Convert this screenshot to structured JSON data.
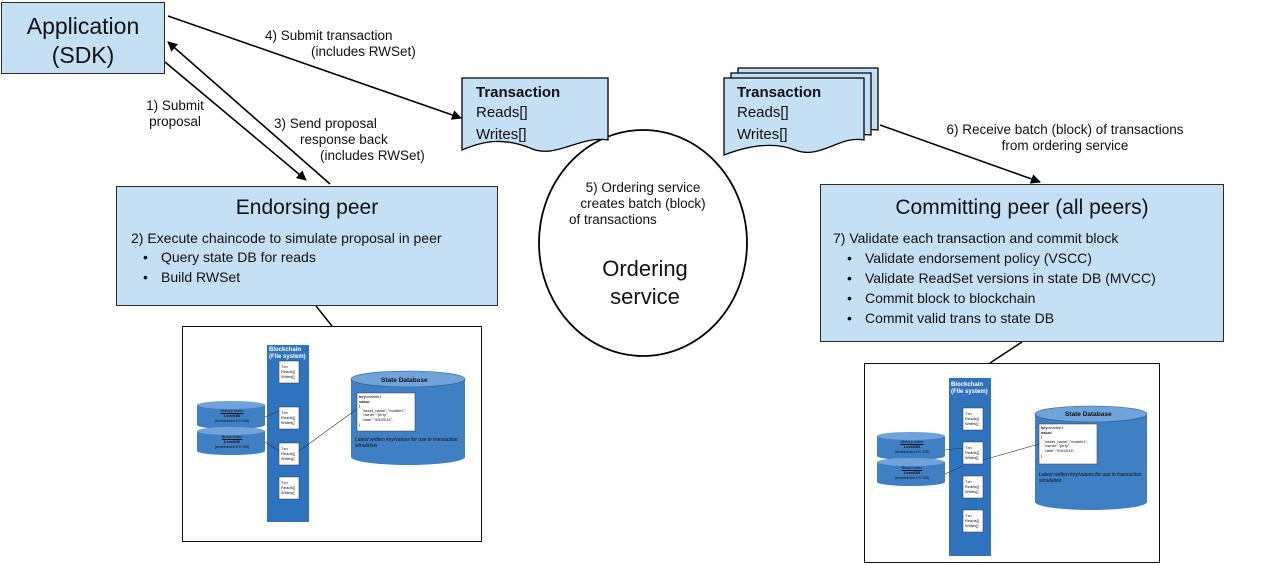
{
  "application": {
    "line1": "Application",
    "line2": "(SDK)"
  },
  "steps": {
    "s1": {
      "line1": "1) Submit",
      "line2": "proposal"
    },
    "s3": {
      "line1": "3) Send proposal",
      "line2": "response back",
      "line3": "(includes RWSet)"
    },
    "s4": {
      "line1": "4) Submit transaction",
      "line2": "(includes RWSet)"
    },
    "s5": {
      "line1": "5) Ordering service",
      "line2": "creates batch (block)",
      "line3": "of transactions"
    },
    "s6": {
      "line1": "6) Receive batch (block) of transactions",
      "line2": "from ordering service"
    }
  },
  "transaction_doc": {
    "title": "Transaction",
    "reads": "Reads[]",
    "writes": "Writes[]"
  },
  "transaction_stack": {
    "title": "Transaction",
    "reads": "Reads[]",
    "writes": "Writes[]"
  },
  "ordering_service": {
    "line1": "Ordering",
    "line2": "service"
  },
  "endorsing_peer": {
    "title": "Endorsing peer",
    "step": "2) Execute chaincode to simulate proposal in peer",
    "bullets": [
      "Query state DB for reads",
      "Build RWSet"
    ]
  },
  "committing_peer": {
    "title": "Committing peer (all peers)",
    "step": "7) Validate each transaction and commit block",
    "bullets": [
      "Validate endorsement policy (VSCC)",
      "Validate ReadSet versions in state DB (MVCC)",
      "Commit block to blockchain",
      "Commit valid trans to state DB"
    ]
  },
  "ledger_inset": {
    "blockchain_title": "Blockchain",
    "blockchain_sub": "(File system)",
    "tx": {
      "title": "Txn",
      "reads": "Reads[]",
      "writes": "Writes[]"
    },
    "state_db": "State Database",
    "kv_key": "key:",
    "kv_key_val": "marble1",
    "kv_value": "value:",
    "kv_lines": [
      "{",
      "\"asset_name\":\"marble1\",",
      "\"owner\":\"jerry\",",
      "\"date\":\"9/6/2016\",",
      "}"
    ],
    "state_note": "Latest written key/values for use in transaction simulation",
    "history_index": {
      "line1": "History index",
      "line2": "LevelDB",
      "line3": "(embedded KV DB)"
    },
    "block_index": {
      "line1": "Block index",
      "line2": "LevelDB",
      "line3": "(embedded KV DB)"
    }
  },
  "colors": {
    "box_fill": "#c5dff5",
    "db_blue": "#3f7fc4",
    "chain_blue": "#2f73bf"
  }
}
